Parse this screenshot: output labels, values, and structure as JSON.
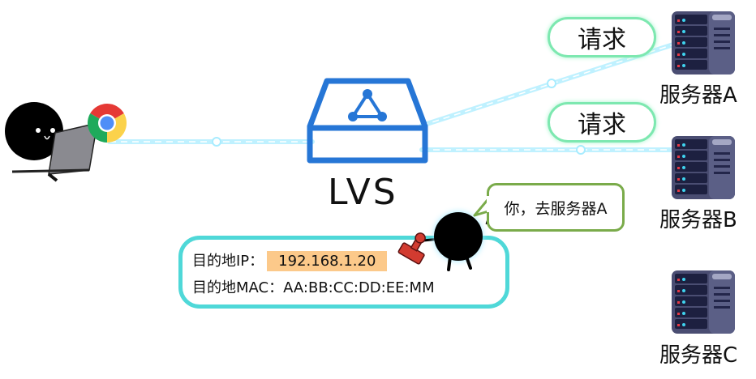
{
  "lvs": {
    "label": "LVS"
  },
  "requests": [
    {
      "label": "请求"
    },
    {
      "label": "请求"
    }
  ],
  "servers": [
    {
      "label": "服务器A"
    },
    {
      "label": "服务器B"
    },
    {
      "label": "服务器C"
    }
  ],
  "packet": {
    "ip_label": "目的地IP：",
    "ip_value": "192.168.1.20",
    "mac_label": "目的地MAC：",
    "mac_value": "AA:BB:CC:DD:EE:MM"
  },
  "speech": {
    "text": "你，去服务器A"
  },
  "colors": {
    "lvs_blue": "#2676d6",
    "line_glow": "#a8ecff",
    "box_teal": "#4fd8d8",
    "pill_green": "#7de8b0",
    "speech_green": "#7aab4a",
    "ip_highlight": "#fcc98a"
  }
}
